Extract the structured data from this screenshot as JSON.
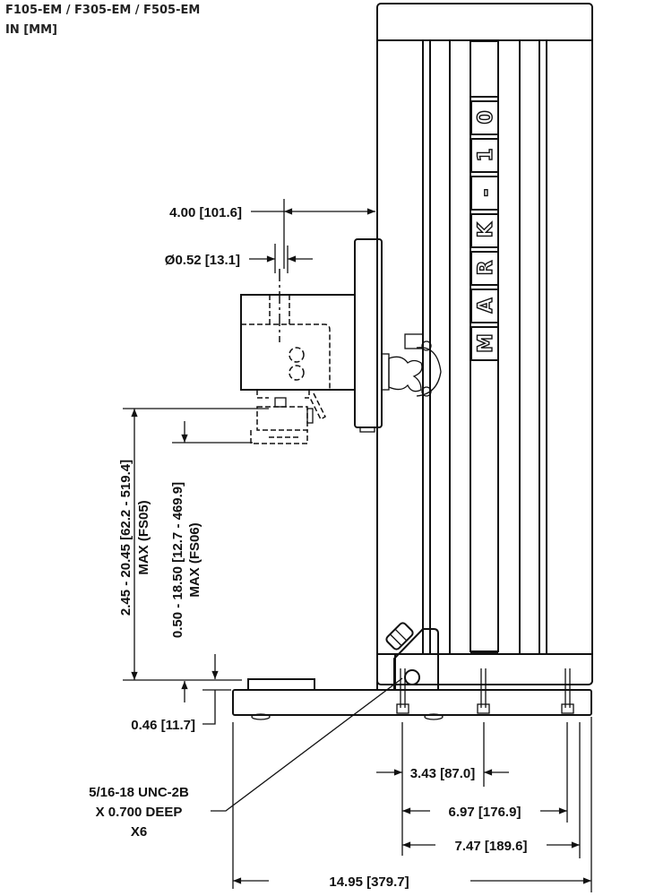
{
  "header": {
    "models": "F105-EM / F305-EM / F505-EM",
    "units": "IN [MM]"
  },
  "column_branding": {
    "letters": [
      "M",
      "A",
      "R",
      "K",
      "-",
      "1",
      "0"
    ],
    "label": "MARK-10"
  },
  "dimensions": {
    "grip_offset": "4.00 [101.6]",
    "shaft_diameter": "Ø0.52 [13.1]",
    "travel_fs05_line1": "2.45 - 20.45 [62.2 - 519.4]",
    "travel_fs05_line2": "MAX (FS05)",
    "travel_fs06_line1": "0.50 - 18.50 [12.7 - 469.9]",
    "travel_fs06_line2": "MAX (FS06)",
    "base_thickness": "0.46 [11.7]",
    "hole_spacing_a": "3.43 [87.0]",
    "hole_spacing_b": "6.97 [176.9]",
    "hole_spacing_c": "7.47 [189.6]",
    "overall_depth": "14.95 [379.7]"
  },
  "callout": {
    "line1": "5/16-18 UNC-2B",
    "line2": "X 0.700 DEEP",
    "line3": "X6"
  }
}
